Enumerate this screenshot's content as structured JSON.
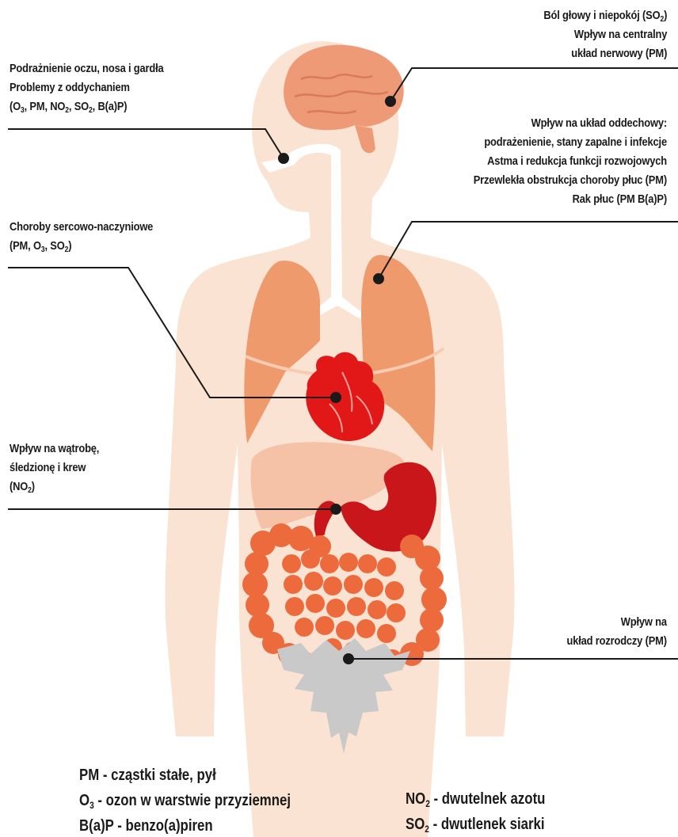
{
  "colors": {
    "skin": "#fbe3d3",
    "skin_dark": "#f4d2bd",
    "brain": "#ee9a76",
    "airway": "#ffffff",
    "lungs": "#ee9a6c",
    "liver": "#f5c2a8",
    "heart": "#e21818",
    "stomach": "#c8161a",
    "intestines": "#ec6a3c",
    "reproductive": "#c9c9c9",
    "leader_line": "#1a1a1a"
  },
  "callouts": [
    {
      "id": "brain",
      "lines": [
        [
          {
            "t": "Ból głowy i niepokój (SO"
          },
          {
            "sub": "2"
          },
          {
            "t": ")"
          }
        ],
        [
          {
            "t": "Wpływ na centralny"
          }
        ],
        [
          {
            "t": "układ nerwowy (PM)"
          }
        ]
      ]
    },
    {
      "id": "eyes",
      "lines": [
        [
          {
            "t": "Podrażnienie oczu, nosa i gardła"
          }
        ],
        [
          {
            "t": "Problemy z oddychaniem"
          }
        ],
        [
          {
            "t": "(O"
          },
          {
            "sub": "3"
          },
          {
            "t": ", PM, NO"
          },
          {
            "sub": "2"
          },
          {
            "t": ", SO"
          },
          {
            "sub": "2"
          },
          {
            "t": ", B(a)P)"
          }
        ]
      ]
    },
    {
      "id": "respiratory",
      "lines": [
        [
          {
            "t": "Wpływ na układ oddechowy:"
          }
        ],
        [
          {
            "t": "podrażenienie, stany zapalne i infekcje"
          }
        ],
        [
          {
            "t": "Astma i redukcja funkcji rozwojowych"
          }
        ],
        [
          {
            "t": "Przewlekła obstrukcja choroby płuc (PM)"
          }
        ],
        [
          {
            "t": "Rak płuc (PM B(a)P)"
          }
        ]
      ]
    },
    {
      "id": "cardio",
      "lines": [
        [
          {
            "t": "Choroby sercowo-naczyniowe"
          }
        ],
        [
          {
            "t": "(PM, O"
          },
          {
            "sub": "3"
          },
          {
            "t": ", SO"
          },
          {
            "sub": "2"
          },
          {
            "t": ")"
          }
        ]
      ]
    },
    {
      "id": "liver",
      "lines": [
        [
          {
            "t": "Wpływ na wątrobę,"
          }
        ],
        [
          {
            "t": "śledzionę i krew"
          }
        ],
        [
          {
            "t": "(NO"
          },
          {
            "sub": "2"
          },
          {
            "t": ")"
          }
        ]
      ]
    },
    {
      "id": "reproductive",
      "lines": [
        [
          {
            "t": "Wpływ na"
          }
        ],
        [
          {
            "t": "układ rozrodczy (PM)"
          }
        ]
      ]
    }
  ],
  "legend_left": [
    [
      {
        "t": "PM - cząstki stałe, pył"
      }
    ],
    [
      {
        "t": "O"
      },
      {
        "sub": "3"
      },
      {
        "t": " - ozon w warstwie przyziemnej"
      }
    ],
    [
      {
        "t": "B(a)P - benzo(a)piren"
      }
    ]
  ],
  "legend_right": [
    [
      {
        "t": "NO"
      },
      {
        "sub": "2"
      },
      {
        "t": " - dwutelnek azotu"
      }
    ],
    [
      {
        "t": "SO"
      },
      {
        "sub": "2"
      },
      {
        "t": " - dwutlenek siarki"
      }
    ]
  ]
}
